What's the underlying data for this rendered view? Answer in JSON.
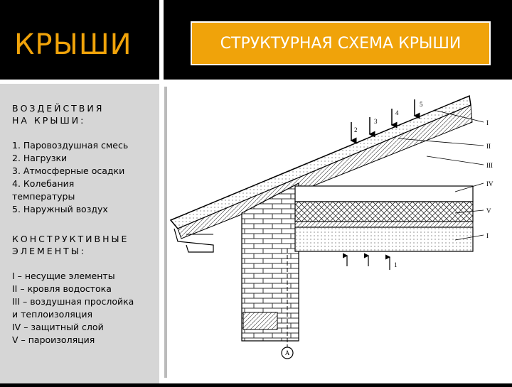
{
  "header": {
    "left_title": "КРЫШИ",
    "right_title": "СТРУКТУРНАЯ СХЕМА КРЫШИ"
  },
  "left": {
    "section1_title_line1": "ВОЗДЕЙСТВИЯ",
    "section1_title_line2": "НА   КРЫШИ:",
    "impacts": [
      "1. Паровоздушная смесь",
      "2. Нагрузки",
      "3. Атмосферные осадки",
      "4. Колебания",
      "температуры",
      "5. Наружный воздух"
    ],
    "section2_title_line1": "КОНСТРУКТИВНЫЕ",
    "section2_title_line2": "ЭЛЕМЕНТЫ:",
    "elements": [
      "I – несущие элементы",
      "II – кровля водостока",
      "III – воздушная прослойка",
      "и теплоизоляция",
      "IV – защитный слой",
      "V – пароизоляция"
    ]
  },
  "diagram": {
    "arrow_labels": [
      "2",
      "3",
      "4",
      "5"
    ],
    "layer_labels": [
      "I",
      "II",
      "III",
      "IV",
      "V",
      "I"
    ],
    "bottom_arrow_label": "1",
    "axis_label": "А"
  }
}
